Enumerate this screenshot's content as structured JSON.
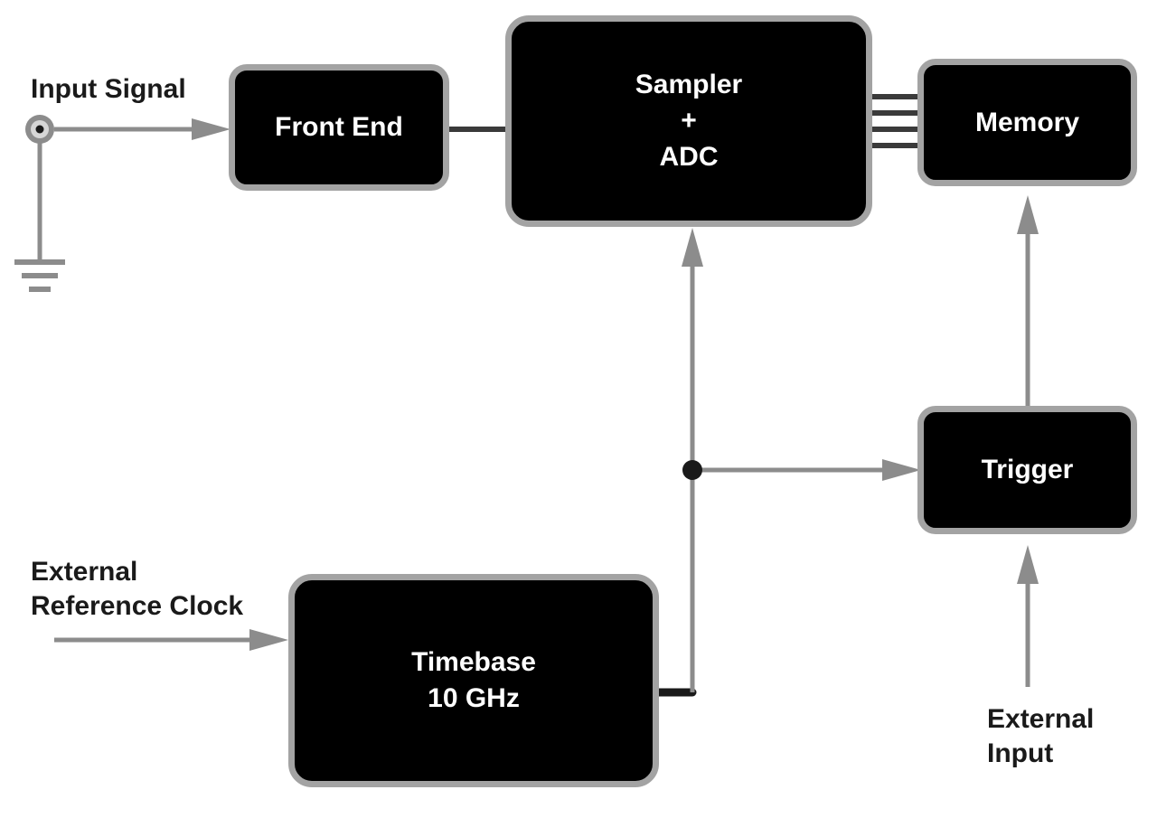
{
  "colors": {
    "block_fill": "#000000",
    "block_border": "#a3a3a3",
    "wire_gray": "#8c8c8c",
    "wire_dark": "#3a3a3a",
    "text_dark": "#1a1a1a",
    "text_light": "#ffffff"
  },
  "labels": {
    "input_signal": "Input Signal",
    "external_reference_clock": [
      "External",
      "Reference Clock"
    ],
    "external_input": [
      "External",
      "Input"
    ]
  },
  "blocks": {
    "front_end": [
      "Front End"
    ],
    "sampler_adc": [
      "Sampler",
      "+",
      "ADC"
    ],
    "memory": [
      "Memory"
    ],
    "trigger": [
      "Trigger"
    ],
    "timebase": [
      "Timebase",
      "10 GHz"
    ]
  },
  "icons": {
    "input_connector": "bnc-connector-icon",
    "ground": "ground-symbol-icon",
    "junction": "junction-dot-icon"
  }
}
